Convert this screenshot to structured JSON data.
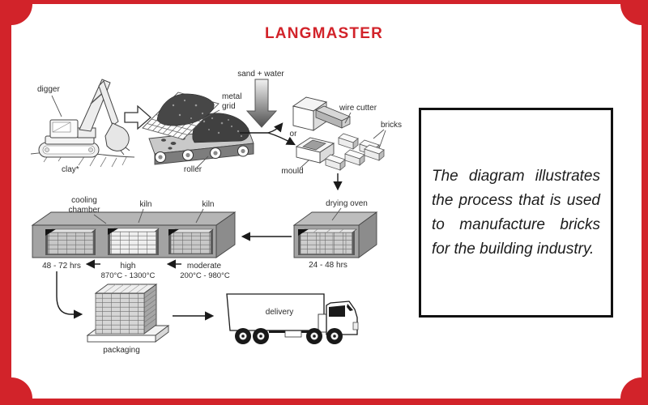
{
  "brand": {
    "name": "LANGMASTER"
  },
  "colors": {
    "frame_red": "#d2232a",
    "box_border": "#111111",
    "diagram_ink": "#2b2b2b"
  },
  "description_box": {
    "text": "The diagram illustrates the process that is used to manufacture bricks for the building industry."
  },
  "diagram": {
    "labels": {
      "digger": "digger",
      "clay": "clay*",
      "metal_line1": "metal",
      "metal_line2": "grid",
      "roller": "roller",
      "sand_water": "sand + water",
      "or": "or",
      "wire_cutter": "wire cutter",
      "bricks": "bricks",
      "mould": "mould",
      "drying_oven": "drying oven",
      "drying_time": "24 - 48 hrs",
      "cooling_line1": "cooling",
      "cooling_line2": "chamber",
      "kiln1": "kiln",
      "kiln2": "kiln",
      "cooling_time": "48 - 72 hrs",
      "kiln_high": "high",
      "kiln_high_temp": "870°C - 1300°C",
      "kiln_moderate": "moderate",
      "kiln_moderate_temp": "200°C - 980°C",
      "packaging": "packaging",
      "delivery": "delivery"
    }
  }
}
